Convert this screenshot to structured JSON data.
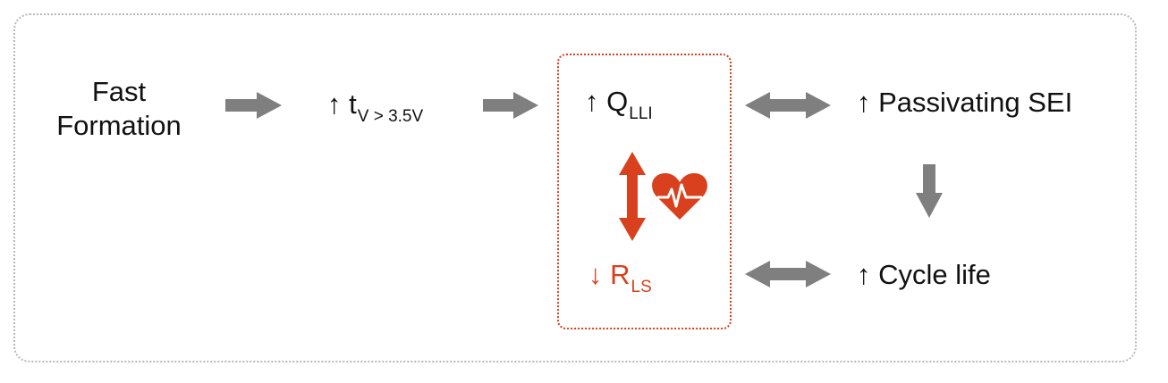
{
  "diagram": {
    "fast_formation": {
      "line1": "Fast",
      "line2": "Formation"
    },
    "time_above": {
      "arrow": "↑",
      "main": "t",
      "sub": "V > 3.5V"
    },
    "q_lli": {
      "arrow": "↑",
      "main": "Q",
      "sub": "LLI"
    },
    "r_ls": {
      "arrow": "↓",
      "main": "R",
      "sub": "LS"
    },
    "passivating_sei": "↑ Passivating SEI",
    "cycle_life": "↑ Cycle life"
  },
  "colors": {
    "arrow_gray": "#7f7f7f",
    "accent_red": "#d9401e",
    "frame_gray": "#b8b8b8"
  },
  "icons": {
    "health": "heart-pulse-icon"
  }
}
